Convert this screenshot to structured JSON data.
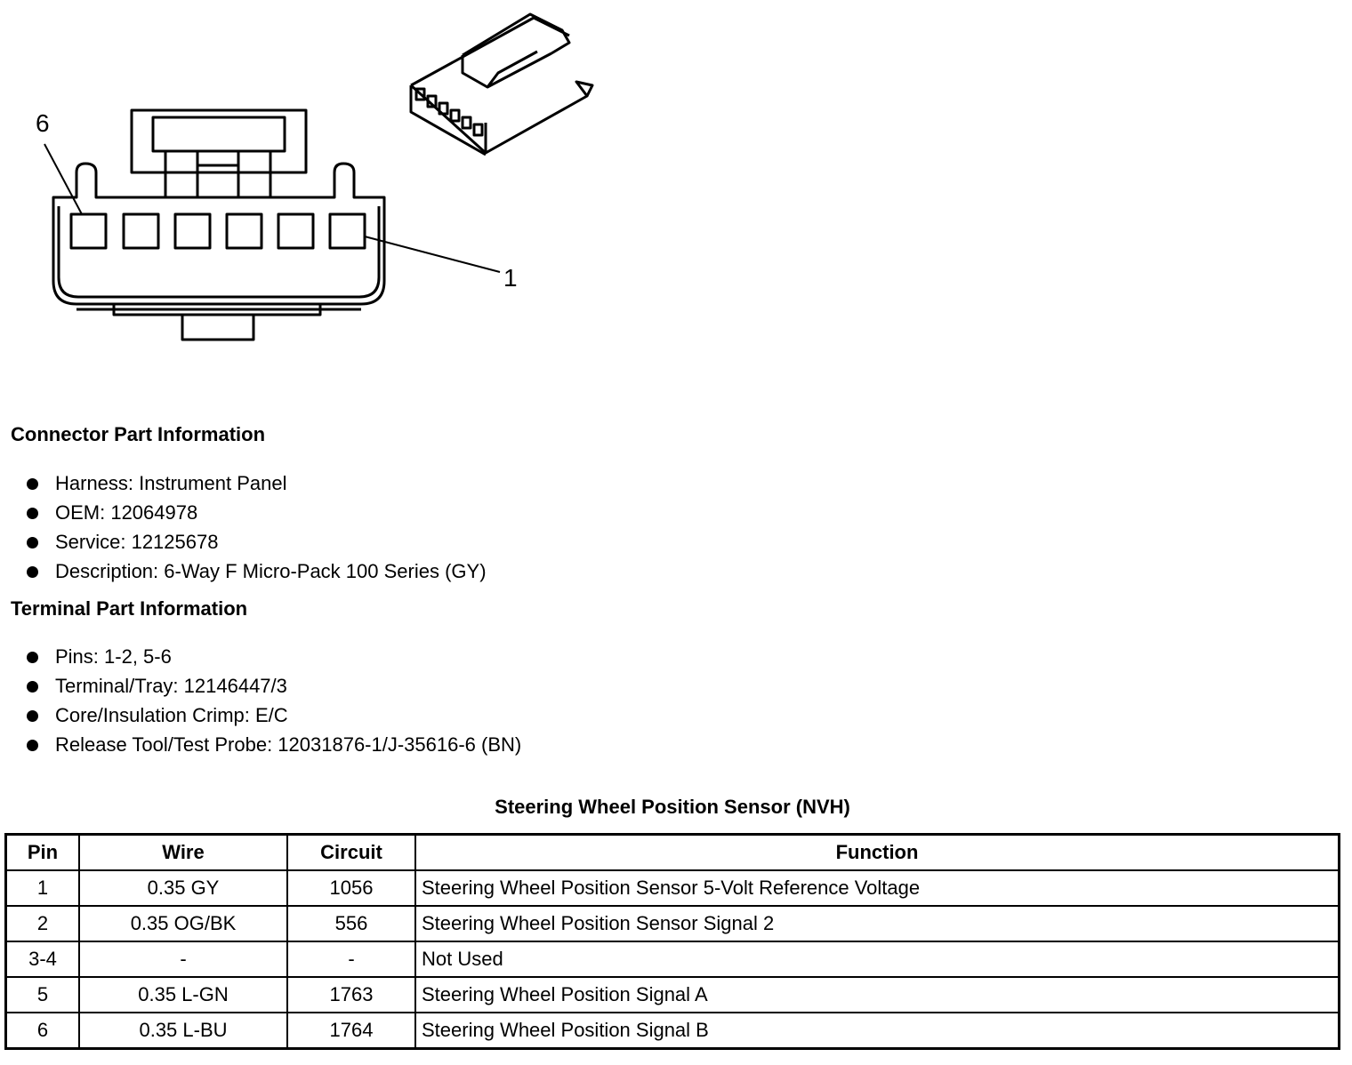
{
  "diagram": {
    "callouts": {
      "pin_left": "6",
      "pin_right": "1"
    },
    "icons": [
      "connector-face-view",
      "connector-3d-view"
    ]
  },
  "connector_info": {
    "title": "Connector Part Information",
    "items": [
      "Harness: Instrument Panel",
      "OEM: 12064978",
      "Service: 12125678",
      "Description: 6-Way F Micro-Pack 100 Series (GY)"
    ]
  },
  "terminal_info": {
    "title": "Terminal Part Information",
    "items": [
      "Pins: 1-2, 5-6",
      "Terminal/Tray: 12146447/3",
      "Core/Insulation Crimp: E/C",
      "Release Tool/Test Probe: 12031876-1/J-35616-6 (BN)"
    ]
  },
  "table": {
    "title": "Steering Wheel Position Sensor (NVH)",
    "headers": {
      "pin": "Pin",
      "wire": "Wire",
      "circuit": "Circuit",
      "function": "Function"
    },
    "rows": [
      {
        "pin": "1",
        "wire": "0.35 GY",
        "circuit": "1056",
        "function": "Steering Wheel Position Sensor 5-Volt Reference Voltage"
      },
      {
        "pin": "2",
        "wire": "0.35 OG/BK",
        "circuit": "556",
        "function": "Steering Wheel Position Sensor Signal 2"
      },
      {
        "pin": "3-4",
        "wire": "-",
        "circuit": "-",
        "function": "Not Used"
      },
      {
        "pin": "5",
        "wire": "0.35 L-GN",
        "circuit": "1763",
        "function": "Steering Wheel Position Signal A"
      },
      {
        "pin": "6",
        "wire": "0.35 L-BU",
        "circuit": "1764",
        "function": "Steering Wheel Position Signal B"
      }
    ]
  }
}
